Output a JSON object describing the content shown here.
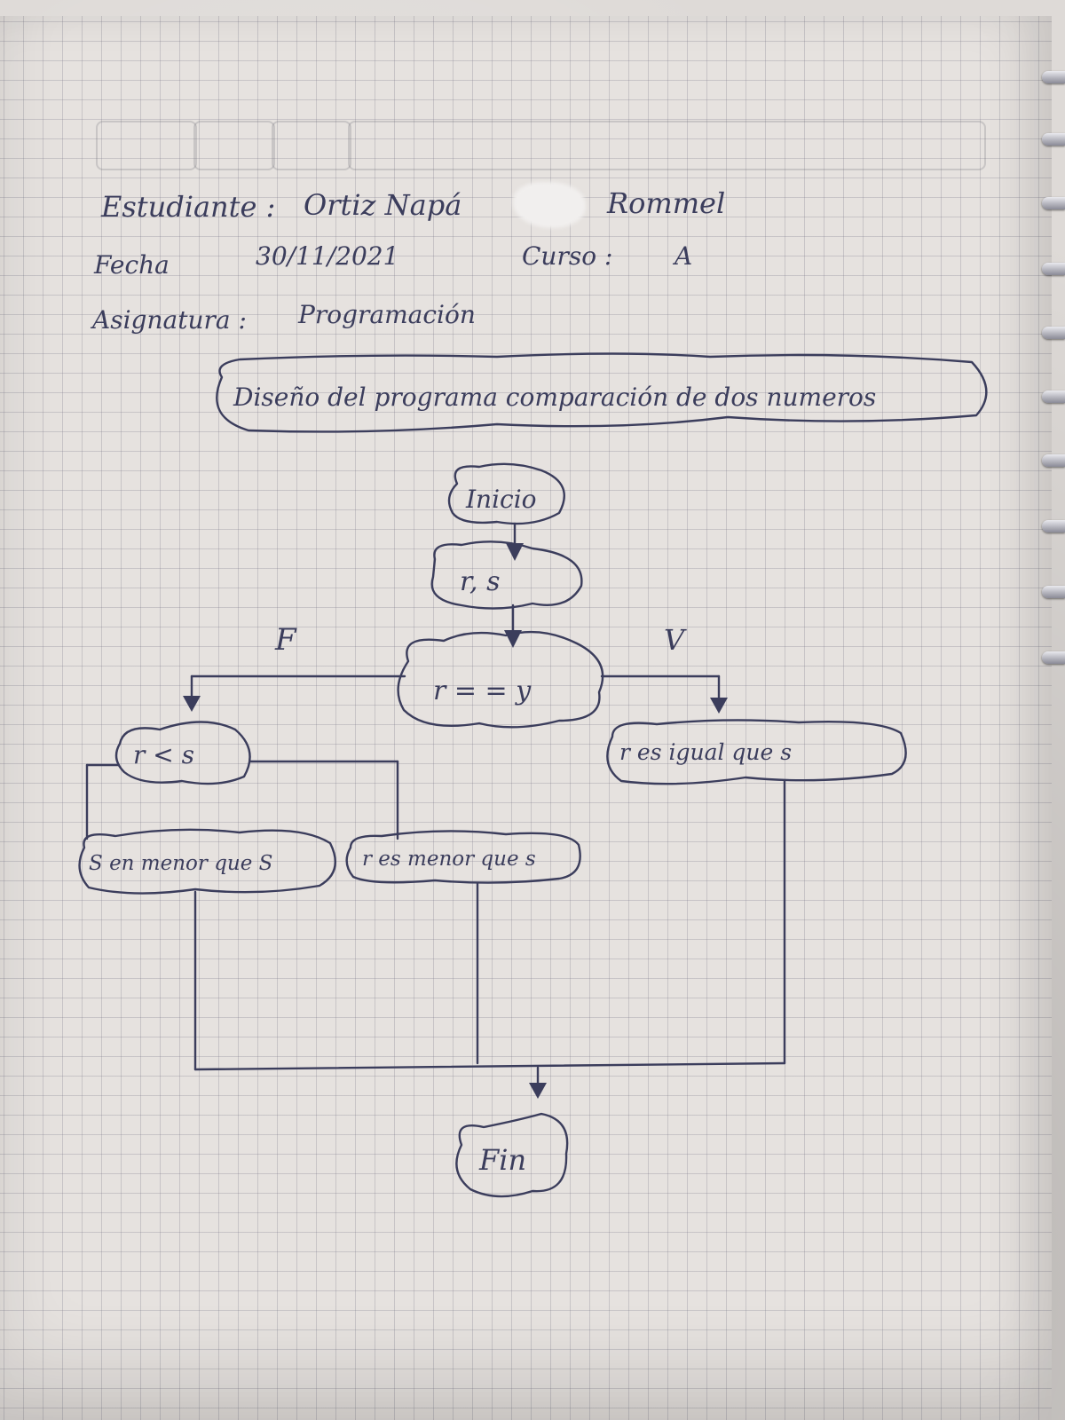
{
  "header": {
    "student_label": "Estudiante :",
    "student_name": "Ortiz Napá",
    "student_firstname": "Rommel",
    "date_label": "Fecha",
    "date_value": "30/11/2021",
    "course_label": "Curso :",
    "course_value": "A",
    "subject_label": "Asignatura :",
    "subject_value": "Programación"
  },
  "diagram": {
    "title": "Diseño del programa comparación de dos numeros",
    "nodes": {
      "start": "Inicio",
      "input": "r, s",
      "decision": "r = = y",
      "false_label": "F",
      "true_label": "V",
      "less_check": "r < s",
      "true_result": "r es igual que s",
      "result_s_less": "S en menor que S",
      "result_r_less": "r es menor que s",
      "end": "Fin"
    }
  },
  "colors": {
    "ink": "#3b3d5c",
    "paper": "#e6e2df",
    "grid": "#78788a"
  }
}
